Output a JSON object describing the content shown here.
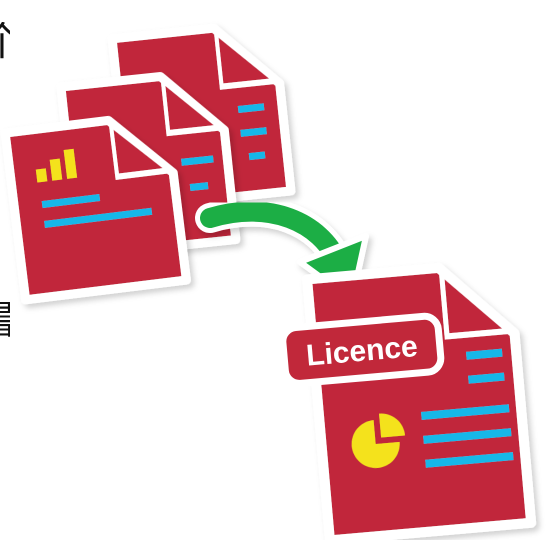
{
  "badge": {
    "label": "Licence"
  },
  "edge_glyphs": {
    "top": "个",
    "middle": "書"
  },
  "colors": {
    "document_red": "#c1283a",
    "document_border": "#ffffff",
    "fold_shadow": "#8f1a28",
    "accent_cyan": "#19b7e8",
    "accent_yellow": "#f4e21a",
    "arrow_green": "#1fae45",
    "badge_text": "#ffffff"
  },
  "icons": [
    "source-document-icon",
    "bar-chart-icon",
    "conversion-arrow-icon",
    "licence-document-icon",
    "pie-chart-icon"
  ]
}
